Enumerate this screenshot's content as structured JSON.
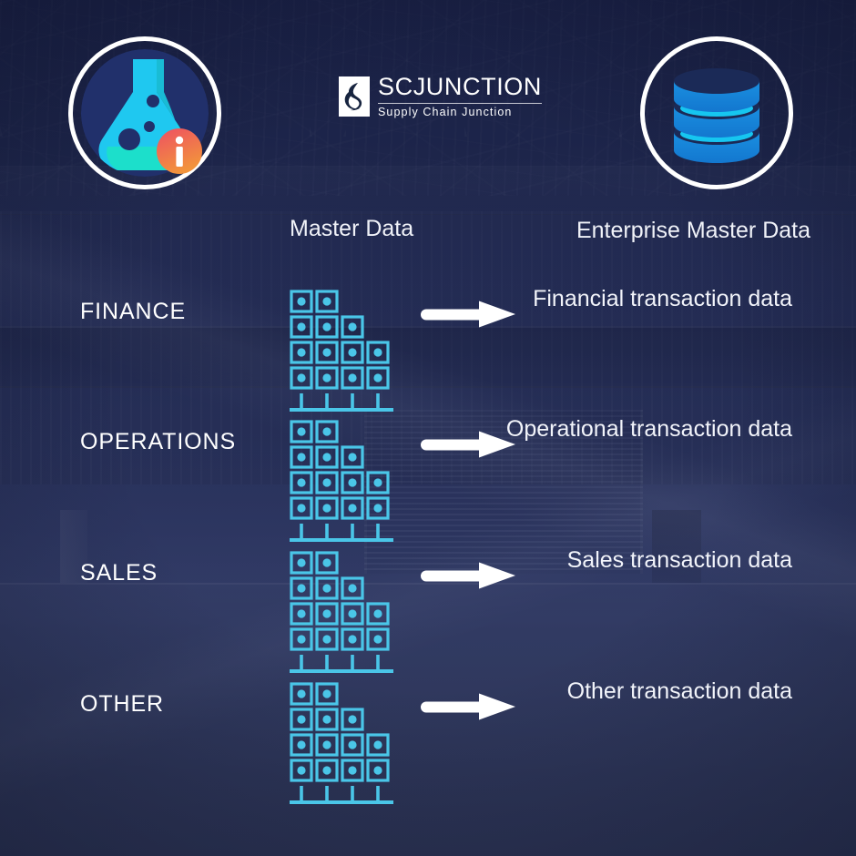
{
  "brand": {
    "name": "SCJUNCTION",
    "tagline": "Supply Chain Junction",
    "mark_icon": "chain-link-logo-icon"
  },
  "icons": {
    "left_circle": "flask-info-icon",
    "right_circle": "database-stack-icon",
    "row_icon": "master-data-grid-icon",
    "arrow": "right-arrow-icon"
  },
  "colors": {
    "accent_cyan": "#4ac6e8",
    "accent_blue": "#1e87e0",
    "deep_navy": "#21306b",
    "teal": "#18dcc9",
    "info_red": "#ee4f63",
    "info_orange": "#f08b3f",
    "white": "#ffffff",
    "background_navy": "#2b3357"
  },
  "headers": {
    "master_data": "Master Data",
    "enterprise_master_data": "Enterprise Master Data"
  },
  "rows": [
    {
      "label": "FINANCE",
      "output": "Financial transaction data"
    },
    {
      "label": "OPERATIONS",
      "output": "Operational transaction data"
    },
    {
      "label": "SALES",
      "output": "Sales transaction data"
    },
    {
      "label": "OTHER",
      "output": "Other transaction data"
    }
  ]
}
